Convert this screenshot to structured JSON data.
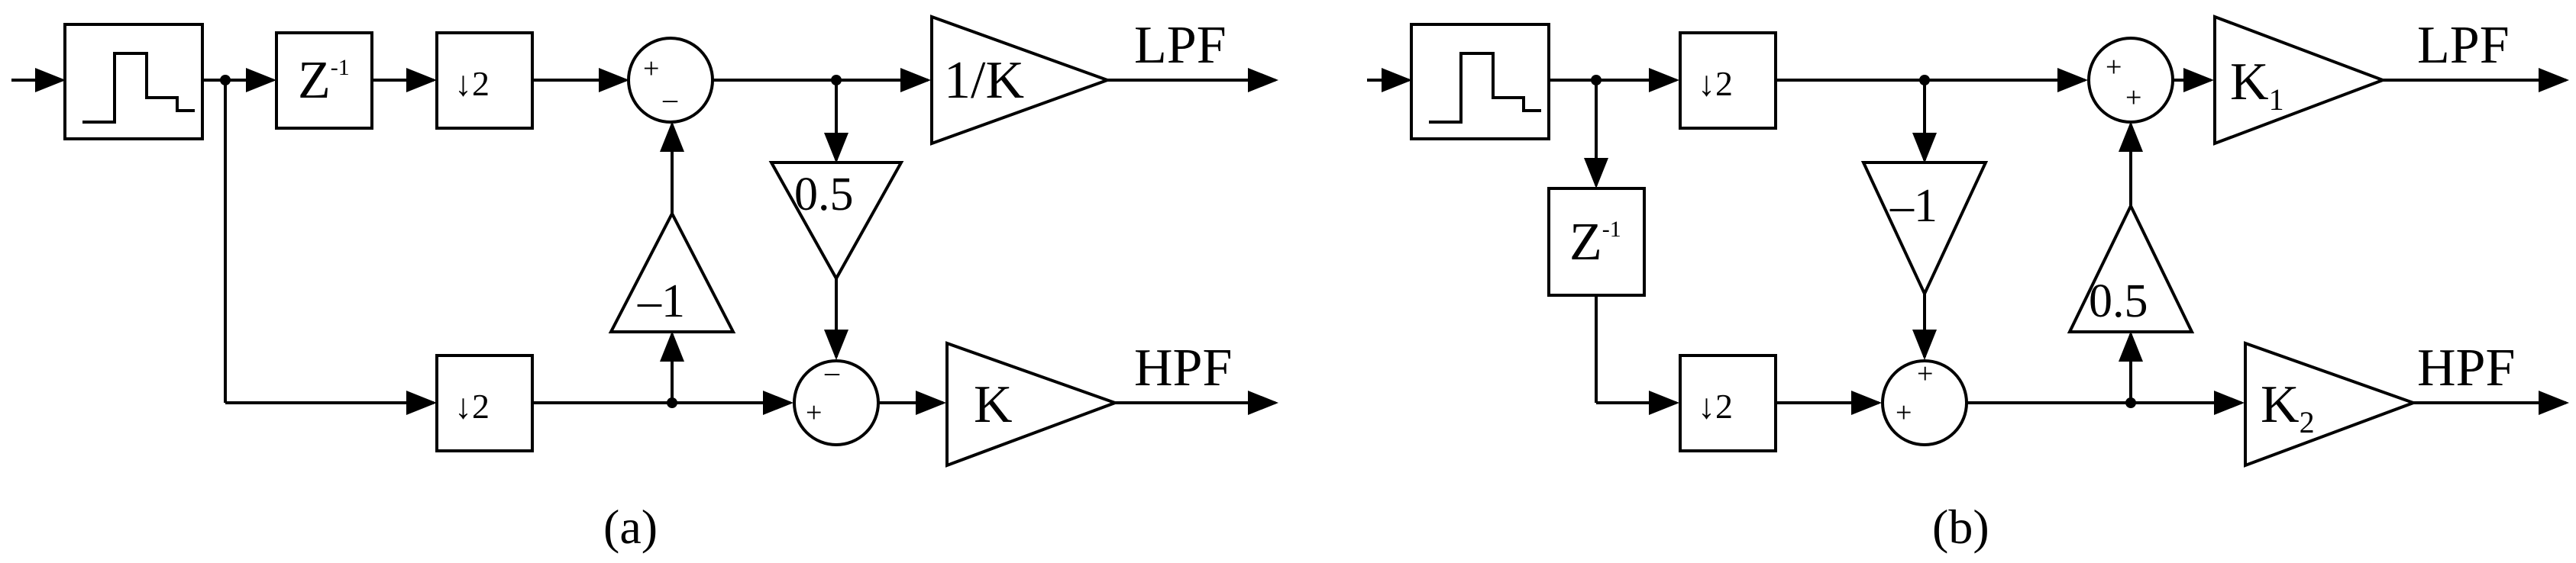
{
  "panels": [
    {
      "caption": "(a)",
      "delay": {
        "base": "Z",
        "exp": "-1"
      },
      "downsample_upper": "↓2",
      "downsample_lower": "↓2",
      "gain_neg": "–1",
      "gain_half": "0.5",
      "gain_lpf": "1/K",
      "gain_hpf": "K",
      "sum_upper_signs": [
        "+",
        "–"
      ],
      "sum_lower_signs": [
        "+",
        "–"
      ],
      "out_lpf": "LPF",
      "out_hpf": "HPF"
    },
    {
      "caption": "(b)",
      "delay": {
        "base": "Z",
        "exp": "-1"
      },
      "downsample_upper": "↓2",
      "downsample_lower": "↓2",
      "gain_neg": "–1",
      "gain_half": "0.5",
      "gain_lpf": {
        "base": "K",
        "sub": "1"
      },
      "gain_hpf": {
        "base": "K",
        "sub": "2"
      },
      "sum_upper_signs": [
        "+",
        "+"
      ],
      "sum_lower_signs": [
        "+",
        "+"
      ],
      "out_lpf": "LPF",
      "out_hpf": "HPF"
    }
  ]
}
